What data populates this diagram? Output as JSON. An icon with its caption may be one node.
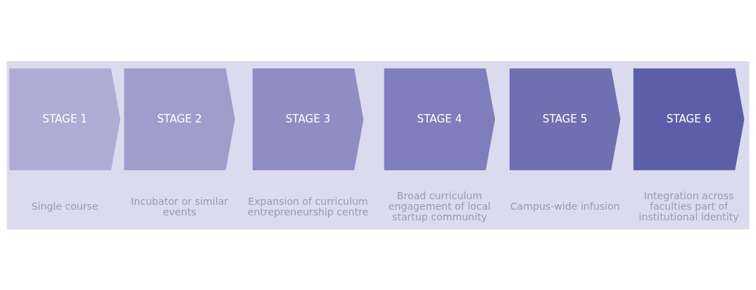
{
  "diagram": {
    "nodes": [
      {
        "text": [
          "STAGE 1"
        ],
        "beside": [
          "Single course"
        ]
      },
      {
        "text": [
          "STAGE 2"
        ],
        "beside": [
          "Incubator or similar events"
        ]
      },
      {
        "text": [
          "STAGE 3"
        ],
        "beside": [
          "Expansion of curriculum entrepreneurship centre"
        ]
      },
      {
        "text": [
          "STAGE 4"
        ],
        "beside": [
          "Broad curriculum engagement of local startup community"
        ]
      },
      {
        "text": [
          "STAGE 5"
        ],
        "beside": [
          "Campus-wide infusion"
        ]
      },
      {
        "text": [
          "STAGE 6"
        ],
        "beside": [
          "Integration across faculties part of institutional identity"
        ]
      }
    ]
  }
}
